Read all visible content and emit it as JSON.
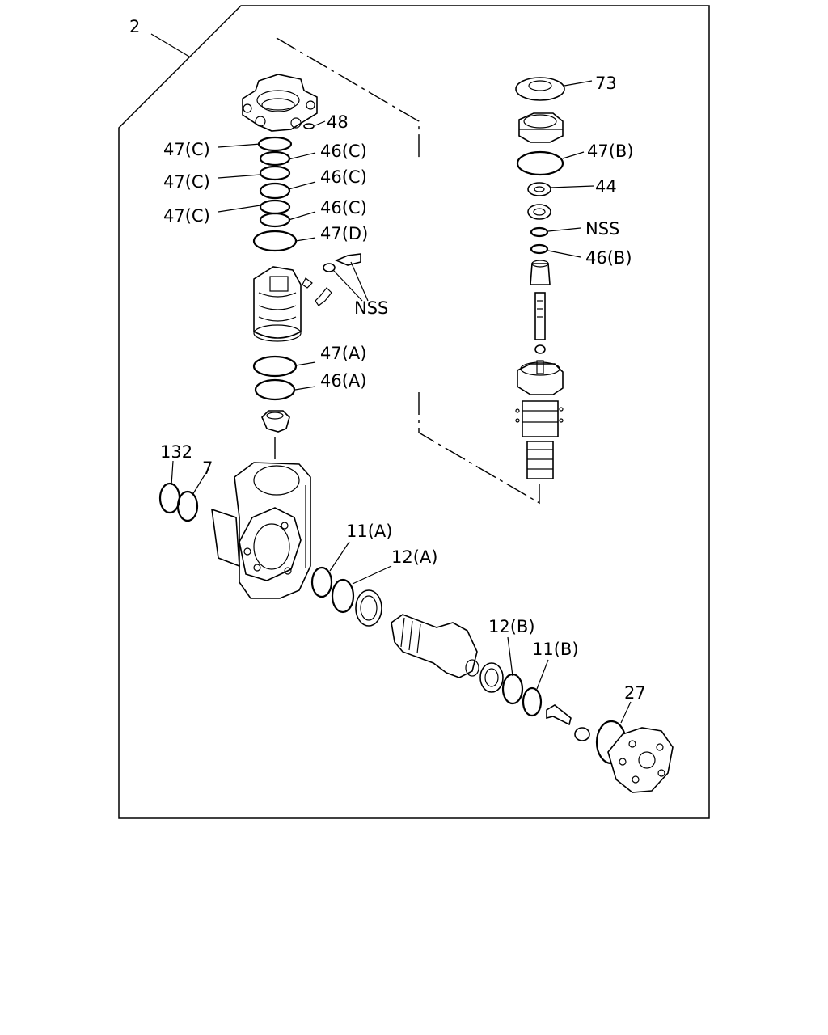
{
  "callouts": {
    "c2": "2",
    "c48": "48",
    "c47c_1": "47(C)",
    "c46c_1": "46(C)",
    "c47c_2": "47(C)",
    "c46c_2": "46(C)",
    "c47c_3": "47(C)",
    "c46c_3": "46(C)",
    "c47d": "47(D)",
    "nss_left": "NSS",
    "c47a": "47(A)",
    "c46a": "46(A)",
    "c132": "132",
    "c7": "7",
    "c11a": "11(A)",
    "c12a": "12(A)",
    "c12b": "12(B)",
    "c11b": "11(B)",
    "c27": "27",
    "c73": "73",
    "c47b": "47(B)",
    "c44": "44",
    "nss_right": "NSS",
    "c46b": "46(B)"
  }
}
